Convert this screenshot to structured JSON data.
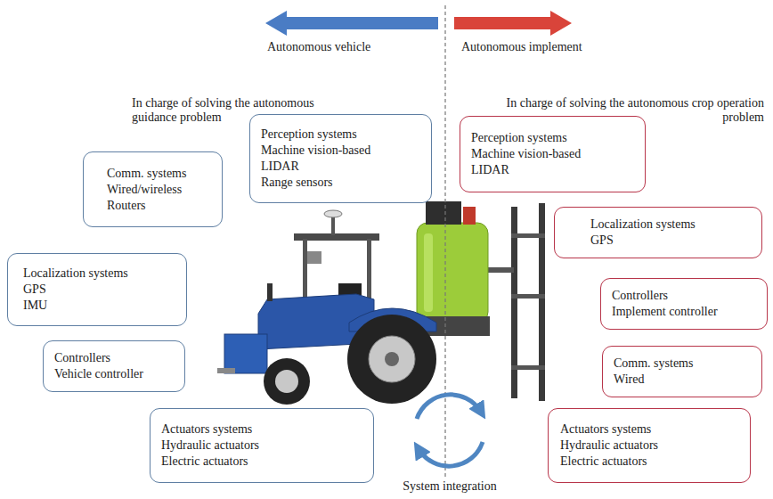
{
  "diagram": {
    "nodes": [
      {
        "text": [
          "Perception systems",
          "Machine vision-based",
          "LIDAR",
          "Range sensors"
        ]
      },
      {
        "text": [
          "Comm. systems",
          "Wired/wireless",
          "Routers"
        ]
      },
      {
        "text": [
          "Localization systems",
          "GPS",
          "IMU"
        ]
      },
      {
        "text": [
          "Controllers",
          "Vehicle controller"
        ]
      },
      {
        "text": [
          "Actuators systems",
          "Hydraulic actuators",
          "Electric actuators"
        ]
      },
      {
        "text": [
          "Perception systems",
          "Machine vision-based",
          "LIDAR"
        ]
      },
      {
        "text": [
          "Localization systems",
          "GPS"
        ]
      },
      {
        "text": [
          "Controllers",
          "Implement controller"
        ]
      },
      {
        "text": [
          "Comm. systems",
          "Wired"
        ]
      },
      {
        "text": [
          "Actuators systems",
          "Hydraulic actuators",
          "Electric actuators"
        ]
      }
    ],
    "labels": [
      "Autonomous vehicle",
      "Autonomous implement",
      "In charge of solving the autonomous guidance problem",
      "In charge of solving the autonomous crop operation problem",
      "System integration"
    ]
  }
}
